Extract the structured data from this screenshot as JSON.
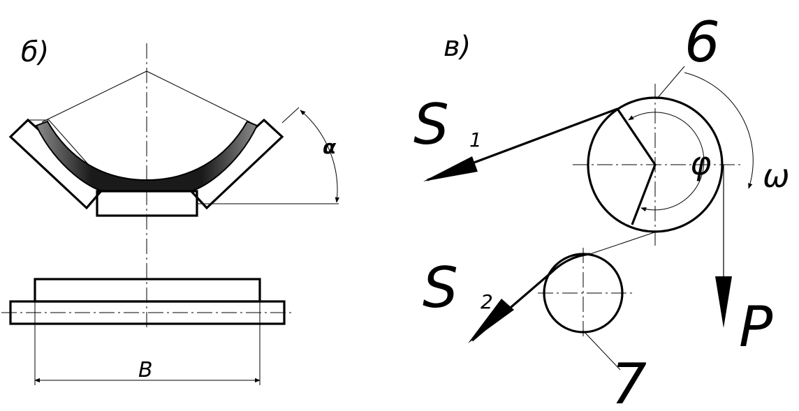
{
  "left_panel": {
    "label": "б)",
    "angle_label": "α",
    "width_label": "B"
  },
  "right_panel": {
    "label": "в)",
    "force_s1": "S",
    "force_s1_index": "1",
    "force_s2": "S",
    "force_s2_index": "2",
    "force_p": "P",
    "angle_phi": "φ",
    "omega": "ω",
    "pulley_drive_number": "6",
    "pulley_idler_number": "7"
  },
  "colors": {
    "line": "#000000",
    "belt_dark": "#111111",
    "belt_light": "#8a8a8a",
    "background": "#ffffff"
  }
}
